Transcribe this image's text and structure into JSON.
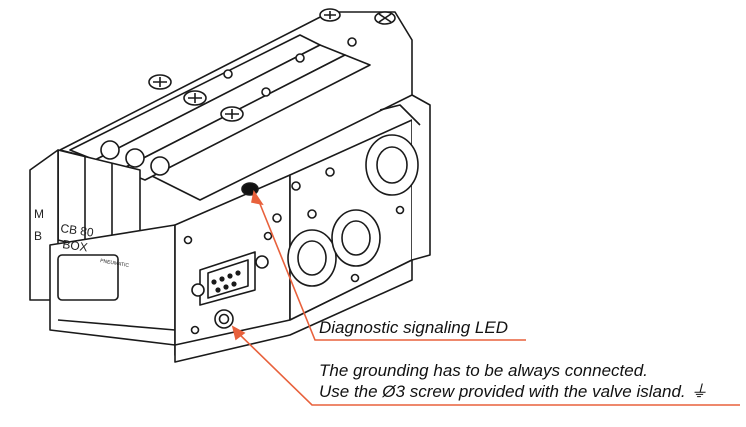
{
  "callouts": {
    "led": "Diagnostic signaling LED",
    "ground_line1": "The grounding has to be always connected.",
    "ground_line2": "Use the Ø3 screw provided with the valve island. ⏚"
  },
  "device": {
    "side_letter_top": "M",
    "side_letter_bottom": "B",
    "model_label": "CB 80",
    "box_label": "BOX",
    "brand_label": "PNEUMATIC"
  },
  "colors": {
    "leader_line": "#e8613c",
    "outline": "#1a1a1a",
    "fill": "#ffffff"
  },
  "icons": [
    "ground-symbol-icon",
    "screw-icon",
    "led-icon",
    "sub-d-connector-icon"
  ]
}
